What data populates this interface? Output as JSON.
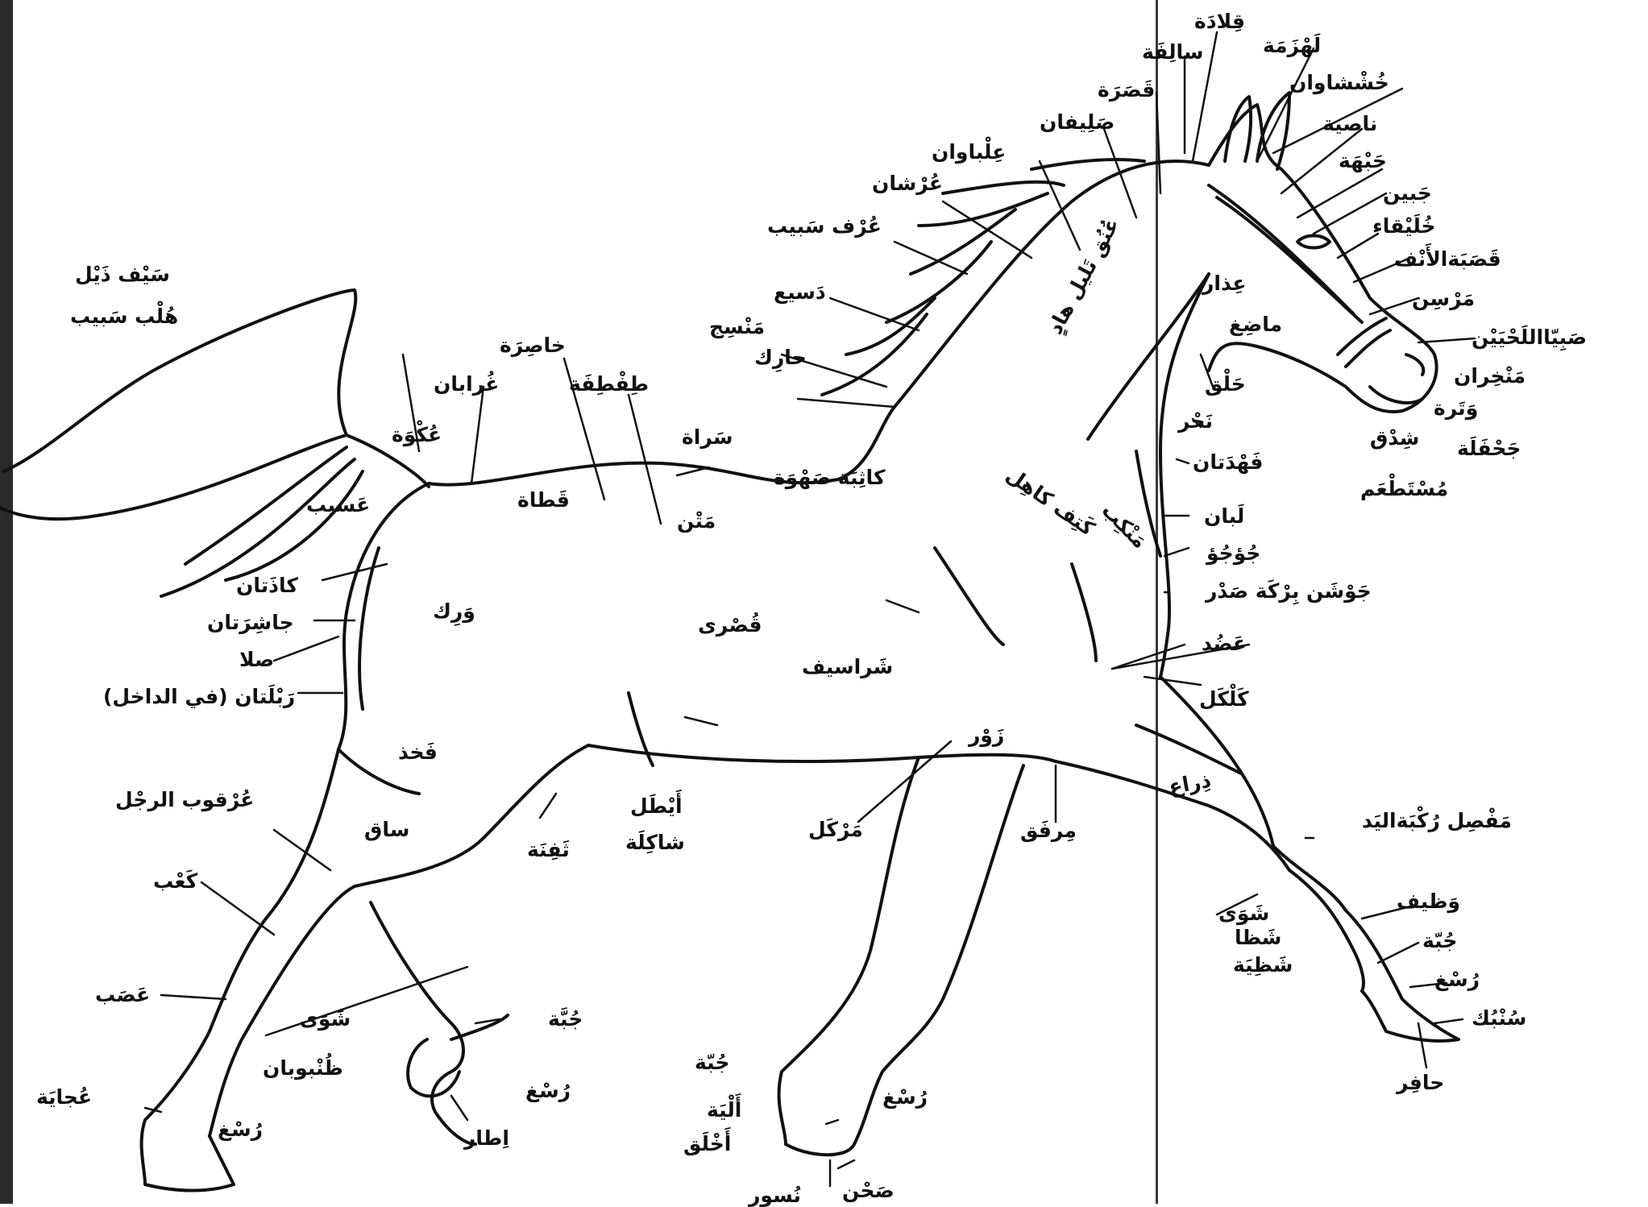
{
  "colors": {
    "ink": "#111111",
    "paper": "#ffffff"
  },
  "labels": {
    "qilada": "قِلادَة",
    "lahzama": "لَهْزَمَة",
    "salifa": "سالِفَة",
    "khashshawan": "خُشْشاوان",
    "qasara": "قَصَرَة",
    "nasiya": "ناصية",
    "salifan": "صَلِيفان",
    "jabha": "جَبْهَة",
    "ilbawan": "عِلْباوان",
    "jabin": "جَبين",
    "urshan": "عُرْشان",
    "khuliqa": "خُلَيْقاء",
    "urf_sabib": "عُرْف سَبيب",
    "qasabat_al_anf": "قَصَبَةالأَنْف",
    "marsin": "مَرْسِن",
    "sabiya_lahyayn": "صَبِيّااللَحْيَيْن",
    "dasi": "دَسيع",
    "munsij": "مَنْسِج",
    "harik": "حارِك",
    "khasira": "خاصِرَة",
    "tiftifa": "طِفْطِفَة",
    "sayf_dhayl": "سَيْف ذَيْل",
    "hulb_sabib": "هُلْب سَبيب",
    "ghurban": "غُرابان",
    "ukwa": "عُكْوَة",
    "asib": "عَسيب",
    "qatat": "قَطاة",
    "sarat": "سَراة",
    "matn": "مَتْن",
    "kathiba_sahwa": "كاثِبَة صَهْوَة",
    "kadhatan": "كاذَتان",
    "jashiratan": "جاشِرَتان",
    "sala": "صلا",
    "rabalatan": "رَبْلَتان (في الداخل)",
    "wirk": "وَرِك",
    "qusra": "قُصْرى",
    "sharasif": "شَراسيف",
    "fakhdh": "فَخذ",
    "zawr": "زَوْر",
    "urqub_rijl": "عُرْقوب الرجْل",
    "saq": "ساق",
    "ayttal": "أَيْطَل",
    "shakila": "شاكِلَة",
    "thafna": "ثَفِنَة",
    "markal": "مَرْكَل",
    "mirfaq": "مِرفَق",
    "kab": "كَعْب",
    "asab": "عَصَب",
    "shawa_hind": "شَوَى",
    "zunbuban": "ظُنْبوبان",
    "jubba_hind": "جُبَّة",
    "rusgh_hind": "رُسْغ",
    "ijaya": "عُجايَة",
    "rusgh_hind2": "رُسْغ",
    "itar": "اِطار",
    "jubba_mid": "جُبّة",
    "rusgh_mid": "رُسْغ",
    "aliya": "أَلْيَة",
    "akhlaq": "أَخْلَق",
    "sahn": "صَحْن",
    "nusur": "نُسور",
    "unuq_tal_hadi": "عُنُق تَليل هادٍ",
    "idhar": "عِذار",
    "madigh": "ماضِغ",
    "halq": "حَلْق",
    "nahr": "نَحْر",
    "fahdatan": "فَهْدَتان",
    "kitf_kahil": "كَتِف كاهِل",
    "mankib": "مَنْكِب",
    "laban": "لَبان",
    "jawjaw": "جُؤجُؤ",
    "jawshan_birka_sadr": "جَوْشَن بِرْكَة صَدْر",
    "adud": "عَضُد",
    "kalkal": "كَلْكَل",
    "dhira": "ذِراع",
    "mafsil_rukbat_al_yad": "مَفْصِل رُكْبَةاليَد",
    "wazif": "وَظيف",
    "shawa_fore": "شَوَى",
    "shaza": "شَظا",
    "shaziya": "شَظِيَة",
    "jubba_fore": "جُبّة",
    "rusgh_fore": "رُسْغ",
    "sunbuk": "سُنْبُك",
    "hafir": "حافِر",
    "mankhiran": "مَنْخِران",
    "watara": "وَتَرة",
    "jahfala": "جَحْفَلَة",
    "shidq": "شِدْق",
    "mustatam": "مُسْتَطْعَم"
  }
}
